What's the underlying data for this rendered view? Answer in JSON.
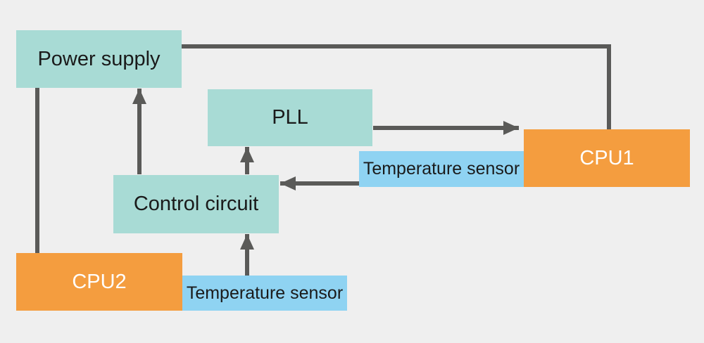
{
  "colors": {
    "background": "#efefef",
    "block": "#a8dbd5",
    "cpu": "#f49d3f",
    "sensor": "#8fd3f2",
    "connector": "#5a5a58"
  },
  "blocks": {
    "power_supply": "Power supply",
    "pll": "PLL",
    "control_circuit": "Control circuit",
    "cpu1": "CPU1",
    "cpu2": "CPU2",
    "temp_sensor_cpu1": "Temperature sensor",
    "temp_sensor_cpu2": "Temperature sensor"
  }
}
